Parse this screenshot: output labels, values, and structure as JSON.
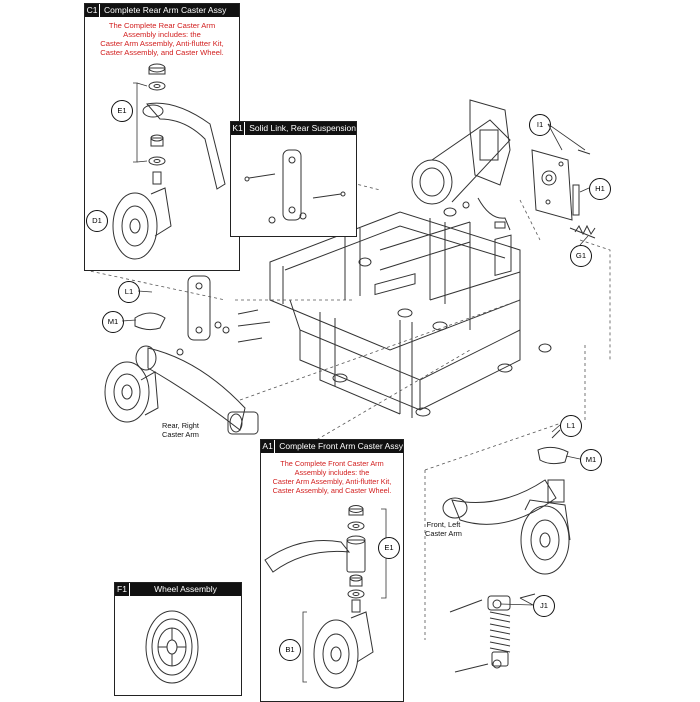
{
  "boxes": {
    "c1": {
      "code": "C1",
      "title": "Complete Rear Arm Caster Assy",
      "note": [
        "The Complete Rear Caster Arm",
        "Assembly includes: the",
        "Caster Arm Assembly, Anti-flutter Kit,",
        "Caster Assembly, and Caster Wheel."
      ]
    },
    "k1": {
      "code": "K1",
      "title": "Solid Link, Rear Suspension"
    },
    "a1": {
      "code": "A1",
      "title": "Complete Front Arm Caster Assy",
      "note": [
        "The Complete Front Caster Arm",
        "Assembly includes: the",
        "Caster Arm Assembly, Anti-flutter Kit,",
        "Caster Assembly, and Caster Wheel."
      ]
    },
    "f1": {
      "code": "F1",
      "title": "Wheel Assembly"
    }
  },
  "callouts": {
    "e1_top": "E1",
    "d1": "D1",
    "i1": "I1",
    "h1": "H1",
    "g1": "G1",
    "l1_left": "L1",
    "m1_left": "M1",
    "l1_right": "L1",
    "m1_right": "M1",
    "e1_bottom": "E1",
    "b1": "B1",
    "j1": "J1"
  },
  "labels": {
    "rear_right": [
      "Rear, Right",
      "Caster Arm"
    ],
    "front_left": [
      "Front, Left",
      "Caster Arm"
    ]
  }
}
